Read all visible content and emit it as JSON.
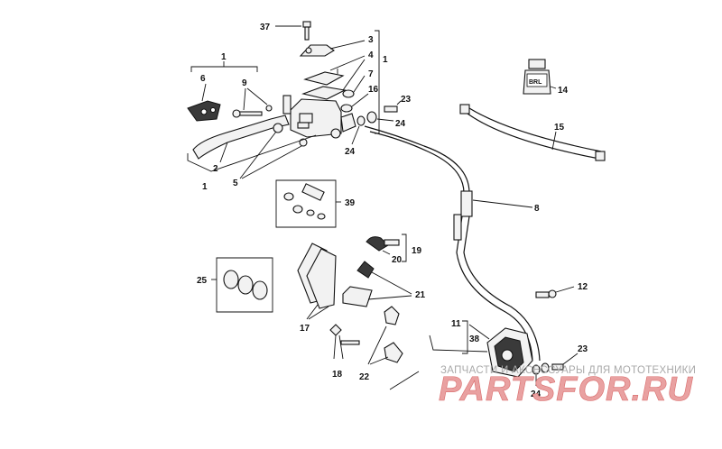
{
  "callouts": {
    "c37": "37",
    "c3": "3",
    "c4": "4",
    "c1a": "1",
    "c1b": "1",
    "c1c": "1",
    "c6": "6",
    "c9": "9",
    "c7": "7",
    "c16": "16",
    "c23a": "23",
    "c24a": "24",
    "c24b": "24",
    "c2": "2",
    "c5": "5",
    "c39": "39",
    "c14": "14",
    "c15": "15",
    "c8": "8",
    "c19": "19",
    "c20": "20",
    "c21": "21",
    "c25": "25",
    "c17": "17",
    "c12": "12",
    "c11": "11",
    "c38": "38",
    "c23b": "23",
    "c24c": "24",
    "c18": "18",
    "c22": "22"
  },
  "bottle_label": "BRL",
  "watermark": {
    "subtitle": "ЗАПЧАСТИ И АКСЕССУАРЫ ДЛЯ МОТОТЕХНИКИ",
    "brand": "PARTSFOR.RU"
  },
  "colors": {
    "ink": "#111111",
    "watermark_red": "#e9a1a1",
    "watermark_gray": "#a9a9a9"
  }
}
